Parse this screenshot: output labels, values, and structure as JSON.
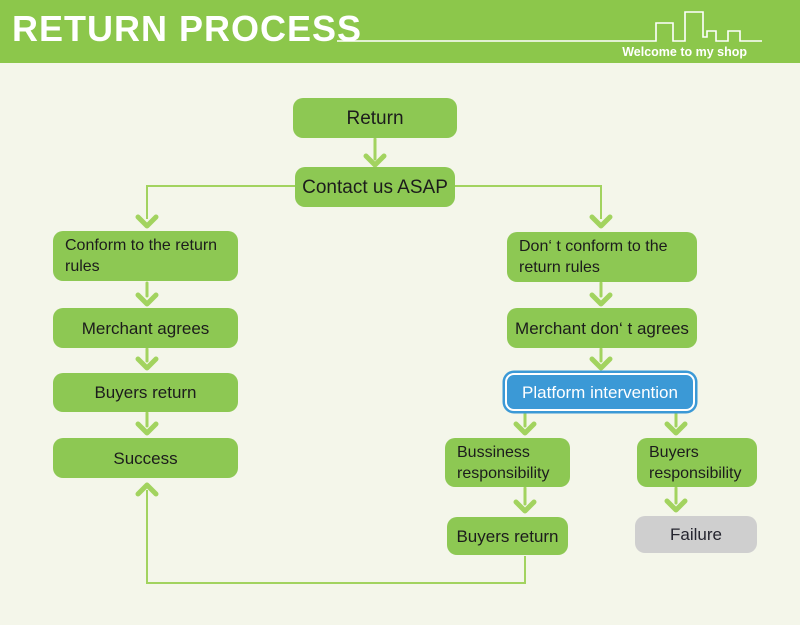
{
  "header": {
    "title": "RETURN PROCESS",
    "tagline": "Welcome to my shop"
  },
  "nodes": [
    {
      "id": "return",
      "label": "Return",
      "type": "green"
    },
    {
      "id": "contact",
      "label": "Contact us ASAP",
      "type": "green"
    },
    {
      "id": "conform",
      "label": "Conform to the return rules",
      "type": "green"
    },
    {
      "id": "merchant_agrees",
      "label": "Merchant agrees",
      "type": "green"
    },
    {
      "id": "buyers_return_left",
      "label": "Buyers return",
      "type": "green"
    },
    {
      "id": "success",
      "label": "Success",
      "type": "green"
    },
    {
      "id": "dont_conform",
      "label": "Don‘ t conform to the return rules",
      "type": "green"
    },
    {
      "id": "merchant_dont_agrees",
      "label": "Merchant don‘ t agrees",
      "type": "green"
    },
    {
      "id": "platform_intervention",
      "label": "Platform intervention",
      "type": "blue"
    },
    {
      "id": "business_responsibility",
      "label": "Bussiness responsibility",
      "type": "green"
    },
    {
      "id": "buyers_responsibility",
      "label": "Buyers responsibility",
      "type": "green"
    },
    {
      "id": "buyers_return_right",
      "label": "Buyers return",
      "type": "green"
    },
    {
      "id": "failure",
      "label": "Failure",
      "type": "gray"
    }
  ],
  "edges": [
    {
      "from": "return",
      "to": "contact"
    },
    {
      "from": "contact",
      "to": "conform"
    },
    {
      "from": "contact",
      "to": "dont_conform"
    },
    {
      "from": "conform",
      "to": "merchant_agrees"
    },
    {
      "from": "merchant_agrees",
      "to": "buyers_return_left"
    },
    {
      "from": "buyers_return_left",
      "to": "success"
    },
    {
      "from": "dont_conform",
      "to": "merchant_dont_agrees"
    },
    {
      "from": "merchant_dont_agrees",
      "to": "platform_intervention"
    },
    {
      "from": "platform_intervention",
      "to": "business_responsibility"
    },
    {
      "from": "platform_intervention",
      "to": "buyers_responsibility"
    },
    {
      "from": "business_responsibility",
      "to": "buyers_return_right"
    },
    {
      "from": "buyers_responsibility",
      "to": "failure"
    },
    {
      "from": "buyers_return_right",
      "to": "success"
    }
  ],
  "colors": {
    "header_green": "#8CC74B",
    "node_green": "#8DC853",
    "connector_green": "#A2D35F",
    "accent_blue": "#3B99D6",
    "gray": "#CFCFCF",
    "bg_color": "#F4F6EA",
    "title_color": "#FFFFFF"
  }
}
